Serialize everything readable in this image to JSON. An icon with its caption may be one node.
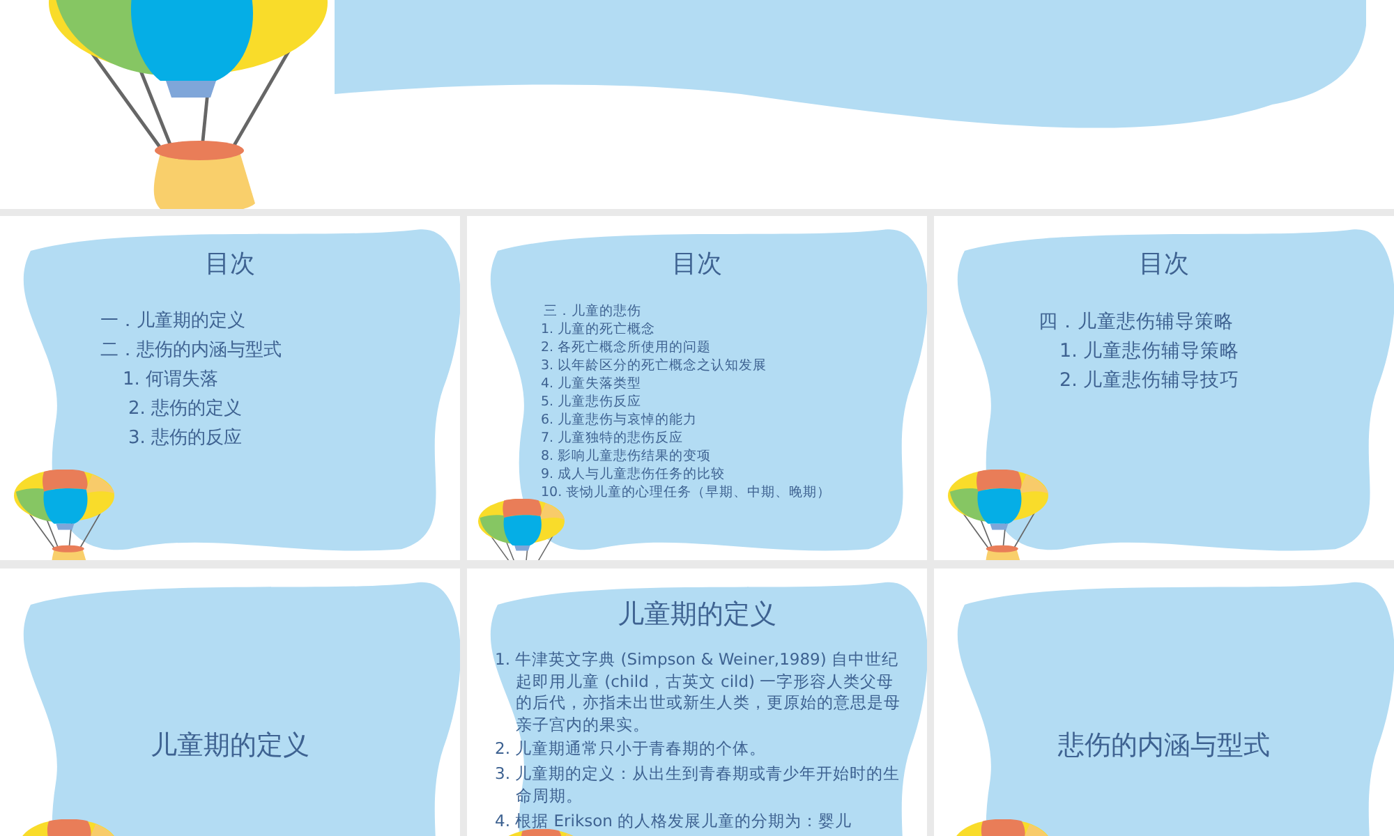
{
  "diagram": {
    "nodes": [
      {
        "text": [],
        "shape": "cloud"
      },
      {
        "text": [
          "目次",
          "一．儿童期的定义",
          "二．悲伤的内涵与型式",
          "1. 何谓失落",
          "2. 悲伤的定义",
          "3. 悲伤的反应"
        ]
      },
      {
        "text": [
          "目次",
          "三．儿童的悲伤",
          "1. 儿童的死亡概念",
          "2.  各死亡概念所使用的问题",
          "3. 以年龄区分的死亡概念之认知发展",
          "4. 儿童失落类型",
          "5. 儿童悲伤反应",
          "6. 儿童悲伤与哀悼的能力",
          "7. 儿童独特的悲伤反应",
          "8. 影响儿童悲伤结果的变项",
          "9. 成人与儿童悲伤任务的比较",
          "10. 丧恸儿童的心理任务（早期、中期、晚期）"
        ]
      },
      {
        "text": [
          "目次",
          "四．儿童悲伤辅导策略",
          "1. 儿童悲伤辅导策略",
          "2. 儿童悲伤辅导技巧"
        ]
      },
      {
        "text": [
          "儿童期的定义"
        ]
      },
      {
        "text": [
          "儿童期的定义",
          "1. 牛津英文字典 (Simpson & Weiner,1989) 自中世纪起即用儿童 (child，古英文 cild) 一字形容人类父母的后代，亦指未出世或新生人类，更原始的意思是母亲子宫内的果实。",
          "2. 儿童期通常只小于青春期的个体。",
          "3. 儿童期的定义：从出生到青春期或青少年开始时的生命周期。",
          "4. 根据 Erikson 的人格发展儿童的分期为：婴儿"
        ]
      },
      {
        "text": [
          "悲伤的内涵与型式"
        ]
      }
    ]
  }
}
